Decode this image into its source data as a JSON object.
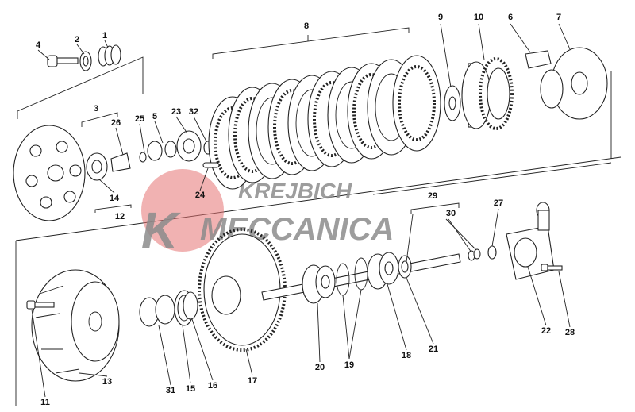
{
  "diagram": {
    "title": "Clutch assembly exploded view",
    "watermark": {
      "line1": "KREJBICH",
      "line2": "MECCANICA",
      "initial": "K",
      "color": "#e57373"
    },
    "callouts": [
      {
        "id": "4",
        "label": "4"
      },
      {
        "id": "2",
        "label": "2"
      },
      {
        "id": "1",
        "label": "1"
      },
      {
        "id": "8",
        "label": "8"
      },
      {
        "id": "9",
        "label": "9"
      },
      {
        "id": "10",
        "label": "10"
      },
      {
        "id": "6",
        "label": "6"
      },
      {
        "id": "7",
        "label": "7"
      },
      {
        "id": "3",
        "label": "3"
      },
      {
        "id": "26",
        "label": "26"
      },
      {
        "id": "25",
        "label": "25"
      },
      {
        "id": "5",
        "label": "5"
      },
      {
        "id": "23",
        "label": "23"
      },
      {
        "id": "32",
        "label": "32"
      },
      {
        "id": "14",
        "label": "14"
      },
      {
        "id": "12",
        "label": "12"
      },
      {
        "id": "24",
        "label": "24"
      },
      {
        "id": "29",
        "label": "29"
      },
      {
        "id": "30",
        "label": "30"
      },
      {
        "id": "27",
        "label": "27"
      },
      {
        "id": "22",
        "label": "22"
      },
      {
        "id": "28",
        "label": "28"
      },
      {
        "id": "11",
        "label": "11"
      },
      {
        "id": "13",
        "label": "13"
      },
      {
        "id": "31",
        "label": "31"
      },
      {
        "id": "15",
        "label": "15"
      },
      {
        "id": "16",
        "label": "16"
      },
      {
        "id": "17",
        "label": "17"
      },
      {
        "id": "20",
        "label": "20"
      },
      {
        "id": "19",
        "label": "19"
      },
      {
        "id": "18",
        "label": "18"
      },
      {
        "id": "21",
        "label": "21"
      }
    ]
  }
}
